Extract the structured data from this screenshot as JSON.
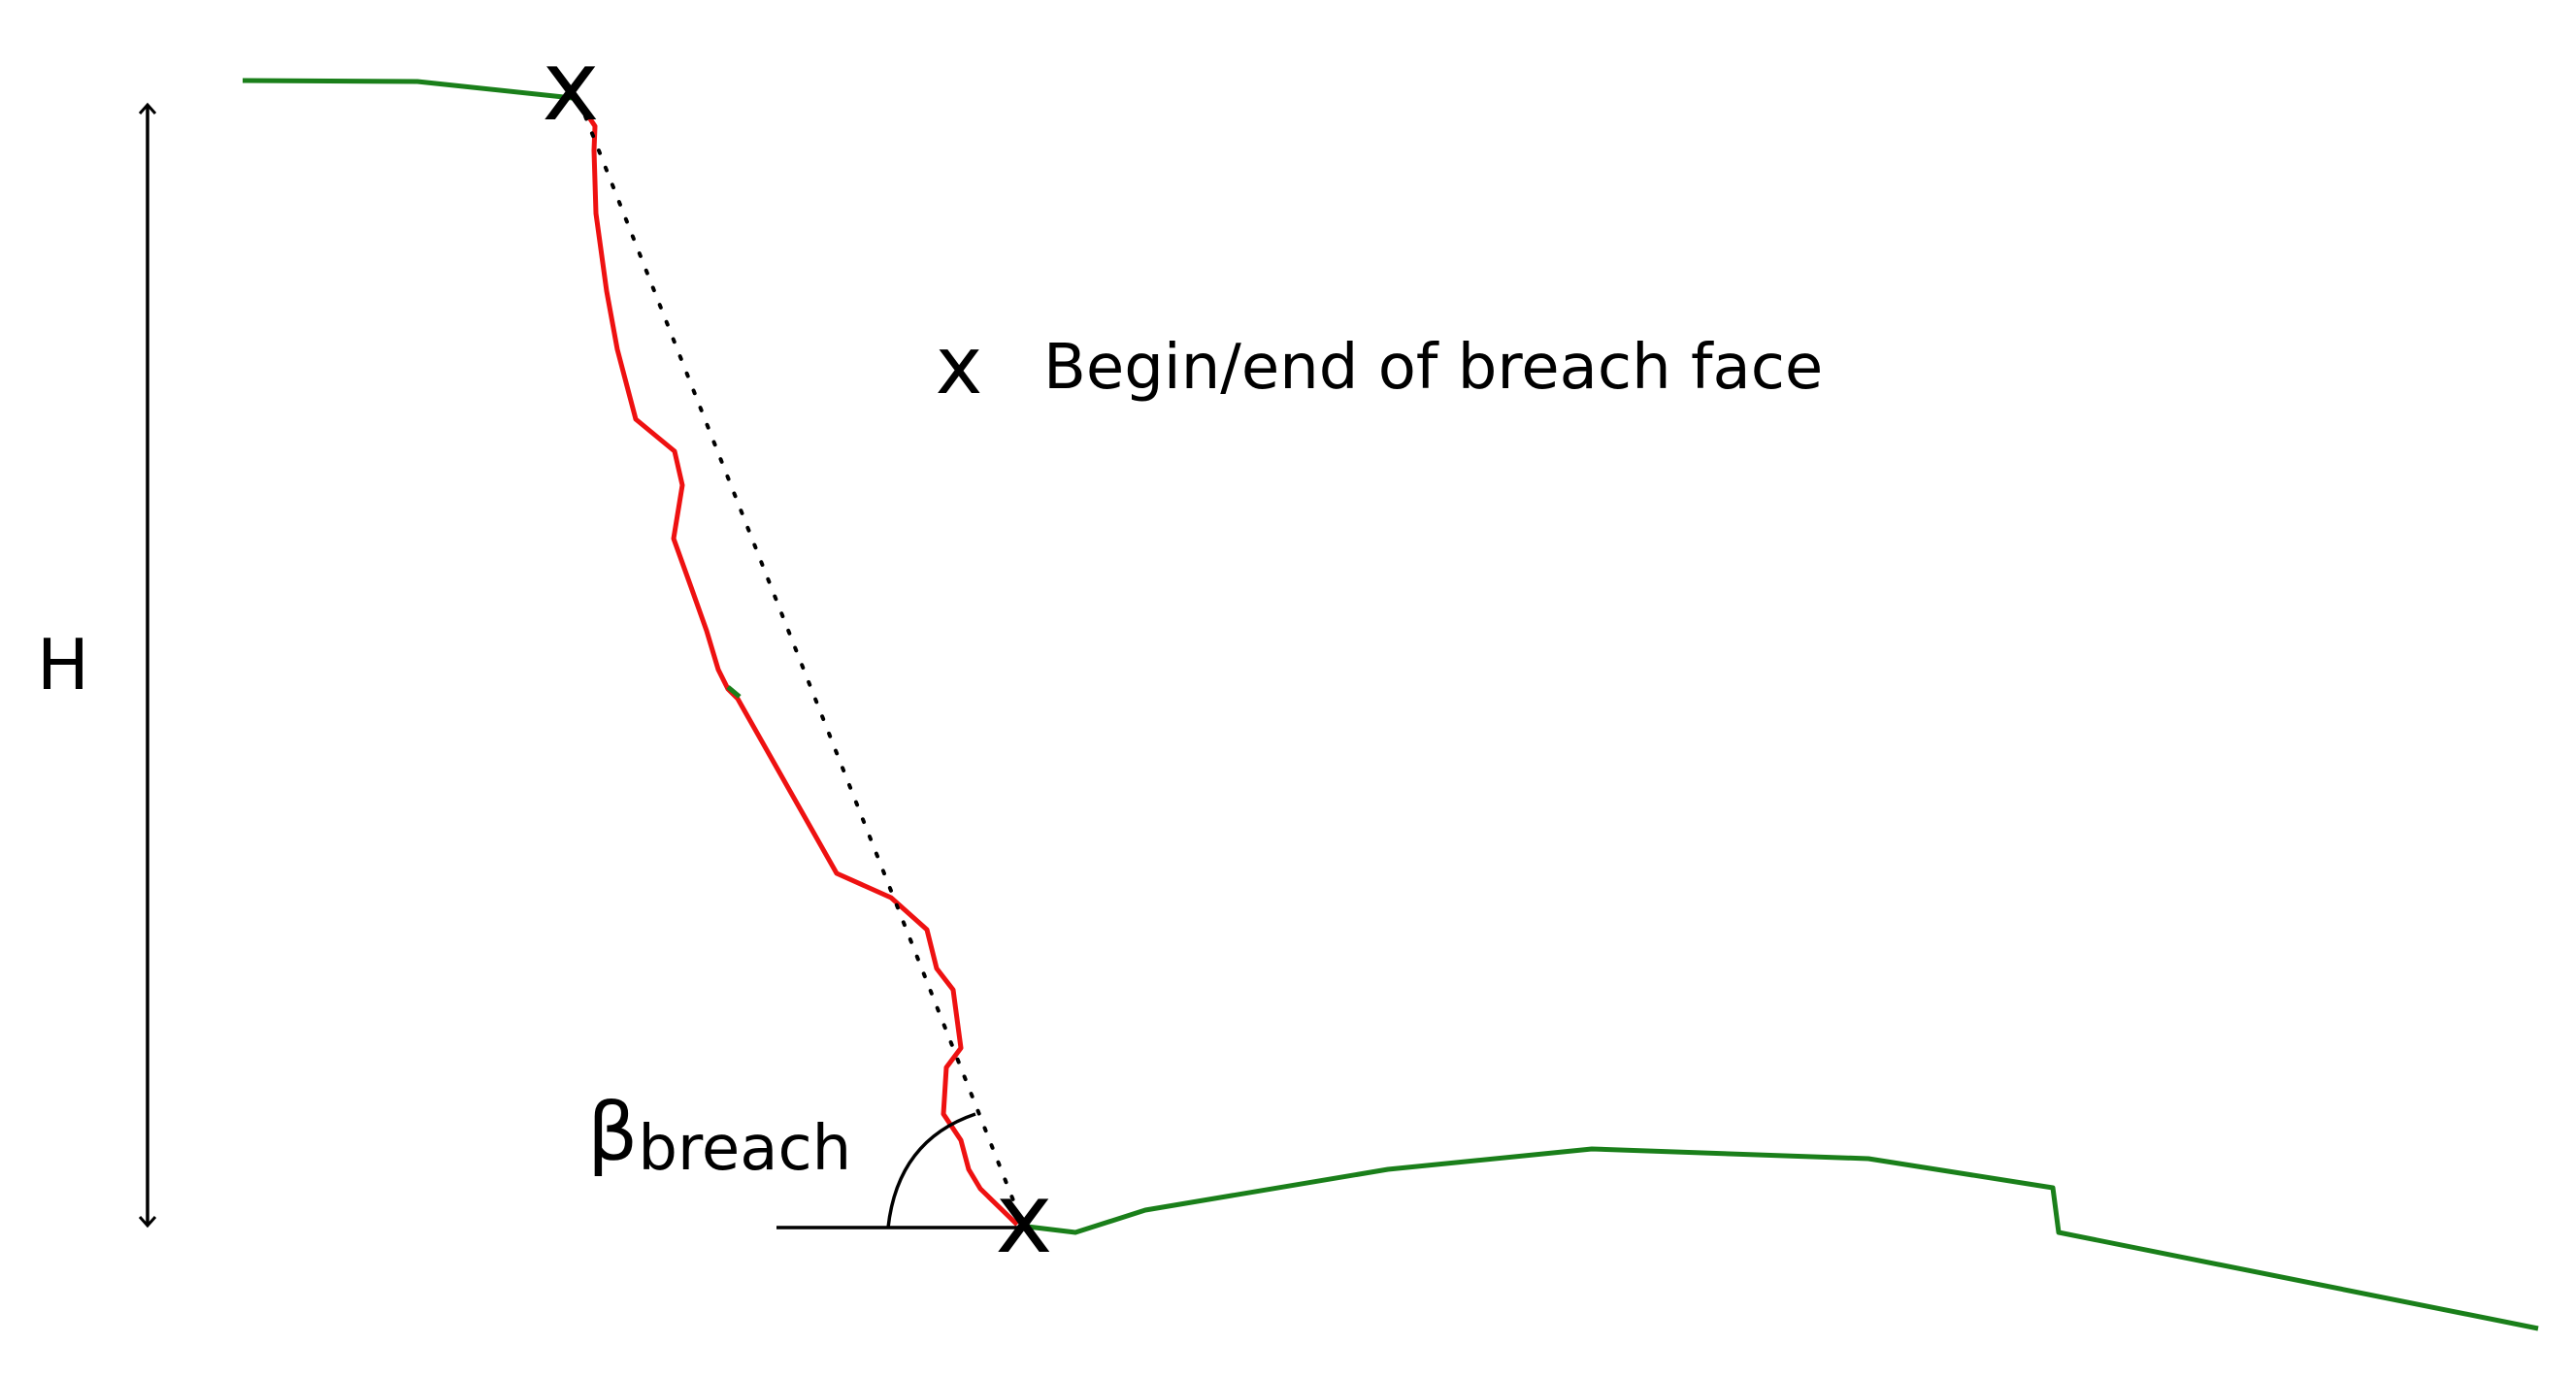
{
  "labels": {
    "height": "H",
    "angle_symbol": "β",
    "angle_subscript": "breach",
    "legend_marker": "x",
    "legend_text": "Begin/end of breach face"
  },
  "markers": {
    "top": "x",
    "bottom": "x"
  },
  "colors": {
    "terrain": "#1a7f1a",
    "breach_profile": "#ee1111",
    "annotation": "#000000",
    "background": "#ffffff"
  }
}
